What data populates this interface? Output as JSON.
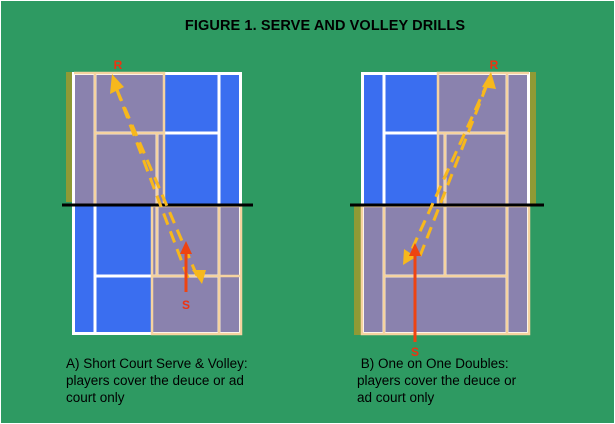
{
  "title": "FIGURE 1. SERVE AND VOLLEY DRILLS",
  "colors": {
    "background": "#2e9a62",
    "court": "#3a6ef0",
    "lines": "#ffffff",
    "highlight": "#8a82ae",
    "highlight_lines": "#f5d3a0",
    "shot_path": "#f7b81c",
    "server_path": "#ee4411",
    "net": "#000000",
    "labels": "#ee3311"
  },
  "panels": [
    {
      "id": "A",
      "receiver_label": "R",
      "server_label": "S",
      "caption_lines": [
        "A) Short Court Serve & Volley:",
        "players cover the deuce or ad",
        "court only"
      ]
    },
    {
      "id": "B",
      "receiver_label": "R",
      "server_label": "S",
      "caption_lines": [
        " B) One on One Doubles:",
        "players cover the deuce or",
        "ad court only"
      ]
    }
  ]
}
